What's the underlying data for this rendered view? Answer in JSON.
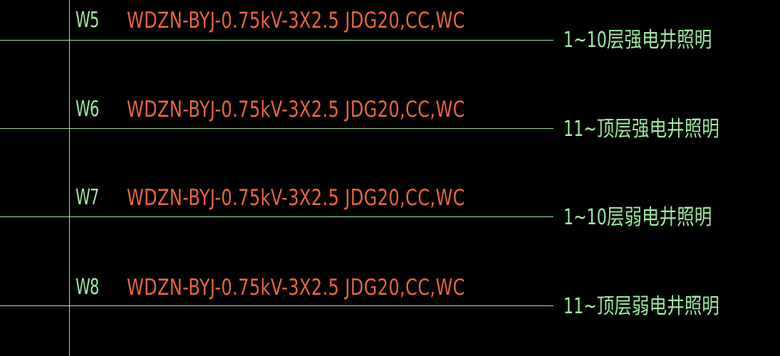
{
  "drawing": {
    "colors": {
      "background": "#000000",
      "line": "#9fe6a0",
      "circuit_id": "#9fe6a0",
      "cable_spec": "#e8663a",
      "description": "#9fe6a0"
    },
    "circuits": [
      {
        "id": "W5",
        "cable": "WDZN-BYJ-0.75kV-3X2.5 JDG20,CC,WC",
        "description": "1~10层强电井照明"
      },
      {
        "id": "W6",
        "cable": "WDZN-BYJ-0.75kV-3X2.5 JDG20,CC,WC",
        "description": "11~顶层强电井照明"
      },
      {
        "id": "W7",
        "cable": "WDZN-BYJ-0.75kV-3X2.5 JDG20,CC,WC",
        "description": "1~10层弱电井照明"
      },
      {
        "id": "W8",
        "cable": "WDZN-BYJ-0.75kV-3X2.5 JDG20,CC,WC",
        "description": "11~顶层弱电井照明"
      }
    ]
  }
}
